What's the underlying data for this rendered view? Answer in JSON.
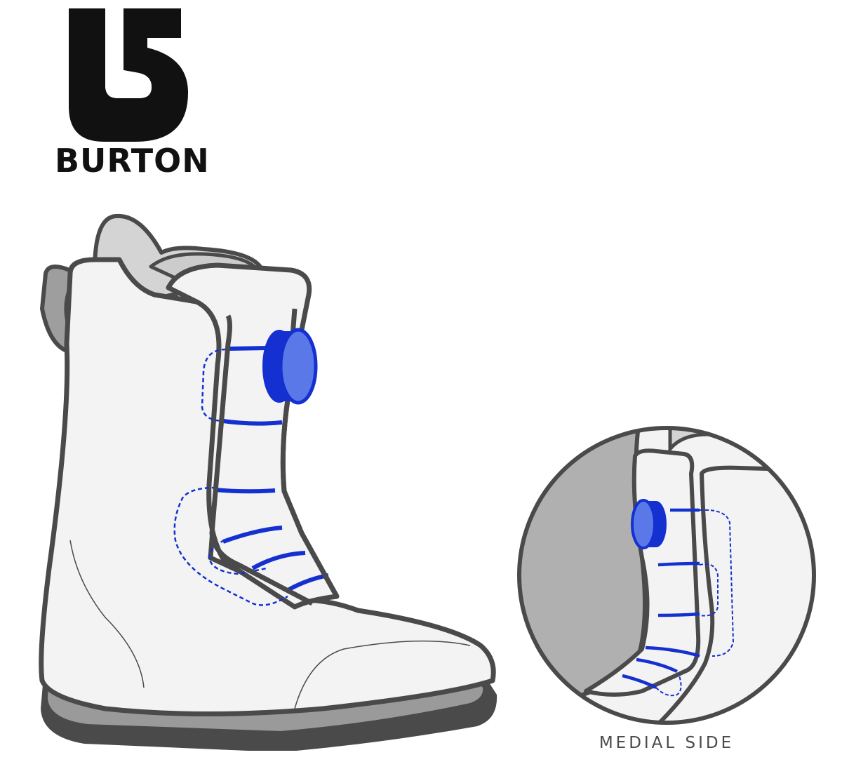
{
  "brand": {
    "name": "BURTON",
    "logo_icon": "burton-b-mark-icon"
  },
  "illustration": {
    "subject": "snowboard-boot-boa-lacing",
    "caption": "MEDIAL SIDE"
  },
  "colors": {
    "outline": "#4a4a4a",
    "shell": "#f3f3f3",
    "liner": "#d4d4d4",
    "sole": "#9a9a9a",
    "sole_dark": "#4a4a4a",
    "lace": "#1530d0",
    "dial": "#5a78e8"
  }
}
